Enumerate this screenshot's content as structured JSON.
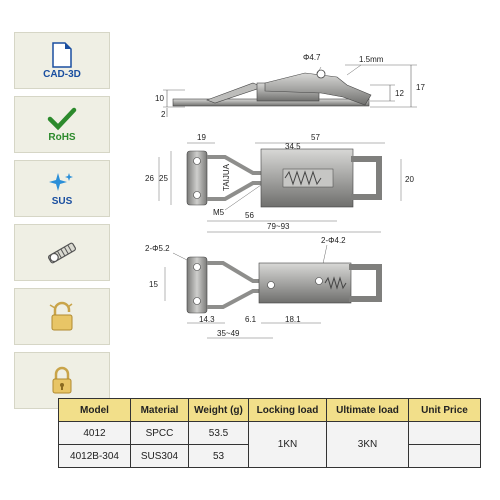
{
  "sidebar": {
    "tiles": [
      {
        "label": "CAD-3D",
        "icon": "cad-file-icon"
      },
      {
        "label": "RoHS",
        "icon": "rohs-check-icon"
      },
      {
        "label": "SUS",
        "icon": "sus-sparkle-icon"
      },
      {
        "label": "",
        "icon": "screw-icon"
      },
      {
        "label": "",
        "icon": "padlock-broken-icon"
      },
      {
        "label": "",
        "icon": "padlock-icon"
      }
    ]
  },
  "drawing": {
    "side_view": {
      "hole_dia": "Φ4.7",
      "thickness": "1.5mm",
      "h1": "10",
      "h2": "2",
      "h3": "12",
      "h4": "17"
    },
    "top_view": {
      "d19": "19",
      "d57": "57",
      "d345": "34.5",
      "d26": "26",
      "d25": "25",
      "d20": "20",
      "m5": "M5",
      "d56": "56",
      "range": "79~93",
      "brand": "TAIJUA"
    },
    "bottom_view": {
      "holes_left": "2-Φ5.2",
      "holes_right": "2-Φ4.2",
      "d15": "15",
      "d143": "14.3",
      "d61": "6.1",
      "d181": "18.1",
      "range2": "35~49"
    }
  },
  "table": {
    "headers": [
      "Model",
      "Material",
      "Weight (g)",
      "Locking load",
      "Ultimate load",
      "Unit Price"
    ],
    "rows": [
      {
        "model": "4012",
        "material": "SPCC",
        "weight": "53.5"
      },
      {
        "model": "4012B-304",
        "material": "SUS304",
        "weight": "53"
      }
    ],
    "locking_load": "1KN",
    "ultimate_load": "3KN",
    "unit_price": [
      "",
      ""
    ]
  },
  "colors": {
    "header_bg": "#f2df8a",
    "tile_bg": "#efefe4",
    "metal": "#9a9a98"
  }
}
